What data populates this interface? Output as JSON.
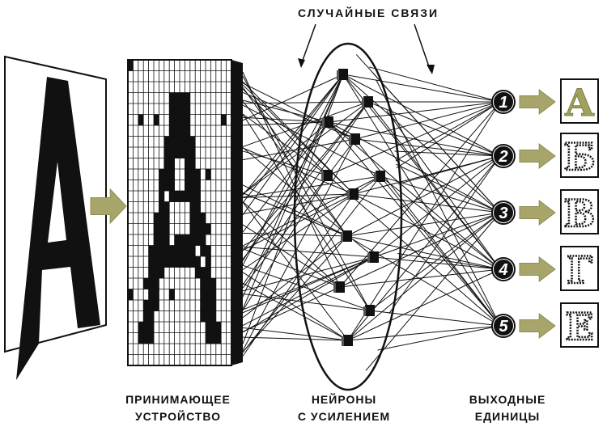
{
  "title_top": "СЛУЧАЙНЫЕ СВЯЗИ",
  "input_letter": "A",
  "labels": {
    "receiver": [
      "ПРИНИМАЮЩЕЕ",
      "УСТРОЙСТВО"
    ],
    "neurons": [
      "НЕЙРОНЫ",
      "С УСИЛЕНИЕМ"
    ],
    "output": [
      "ВЫХОДНЫЕ",
      "ЕДИНИЦЫ"
    ]
  },
  "output_units": [
    {
      "number": "1",
      "letter": "А",
      "active": true
    },
    {
      "number": "2",
      "letter": "Б",
      "active": false
    },
    {
      "number": "3",
      "letter": "В",
      "active": false
    },
    {
      "number": "4",
      "letter": "Г",
      "active": false
    },
    {
      "number": "5",
      "letter": "Е",
      "active": false
    }
  ],
  "colors": {
    "arrow": "#a7a56a",
    "arrow_dark": "#8f8d52",
    "ink": "#111111",
    "active_letter": "#9fa15e"
  }
}
